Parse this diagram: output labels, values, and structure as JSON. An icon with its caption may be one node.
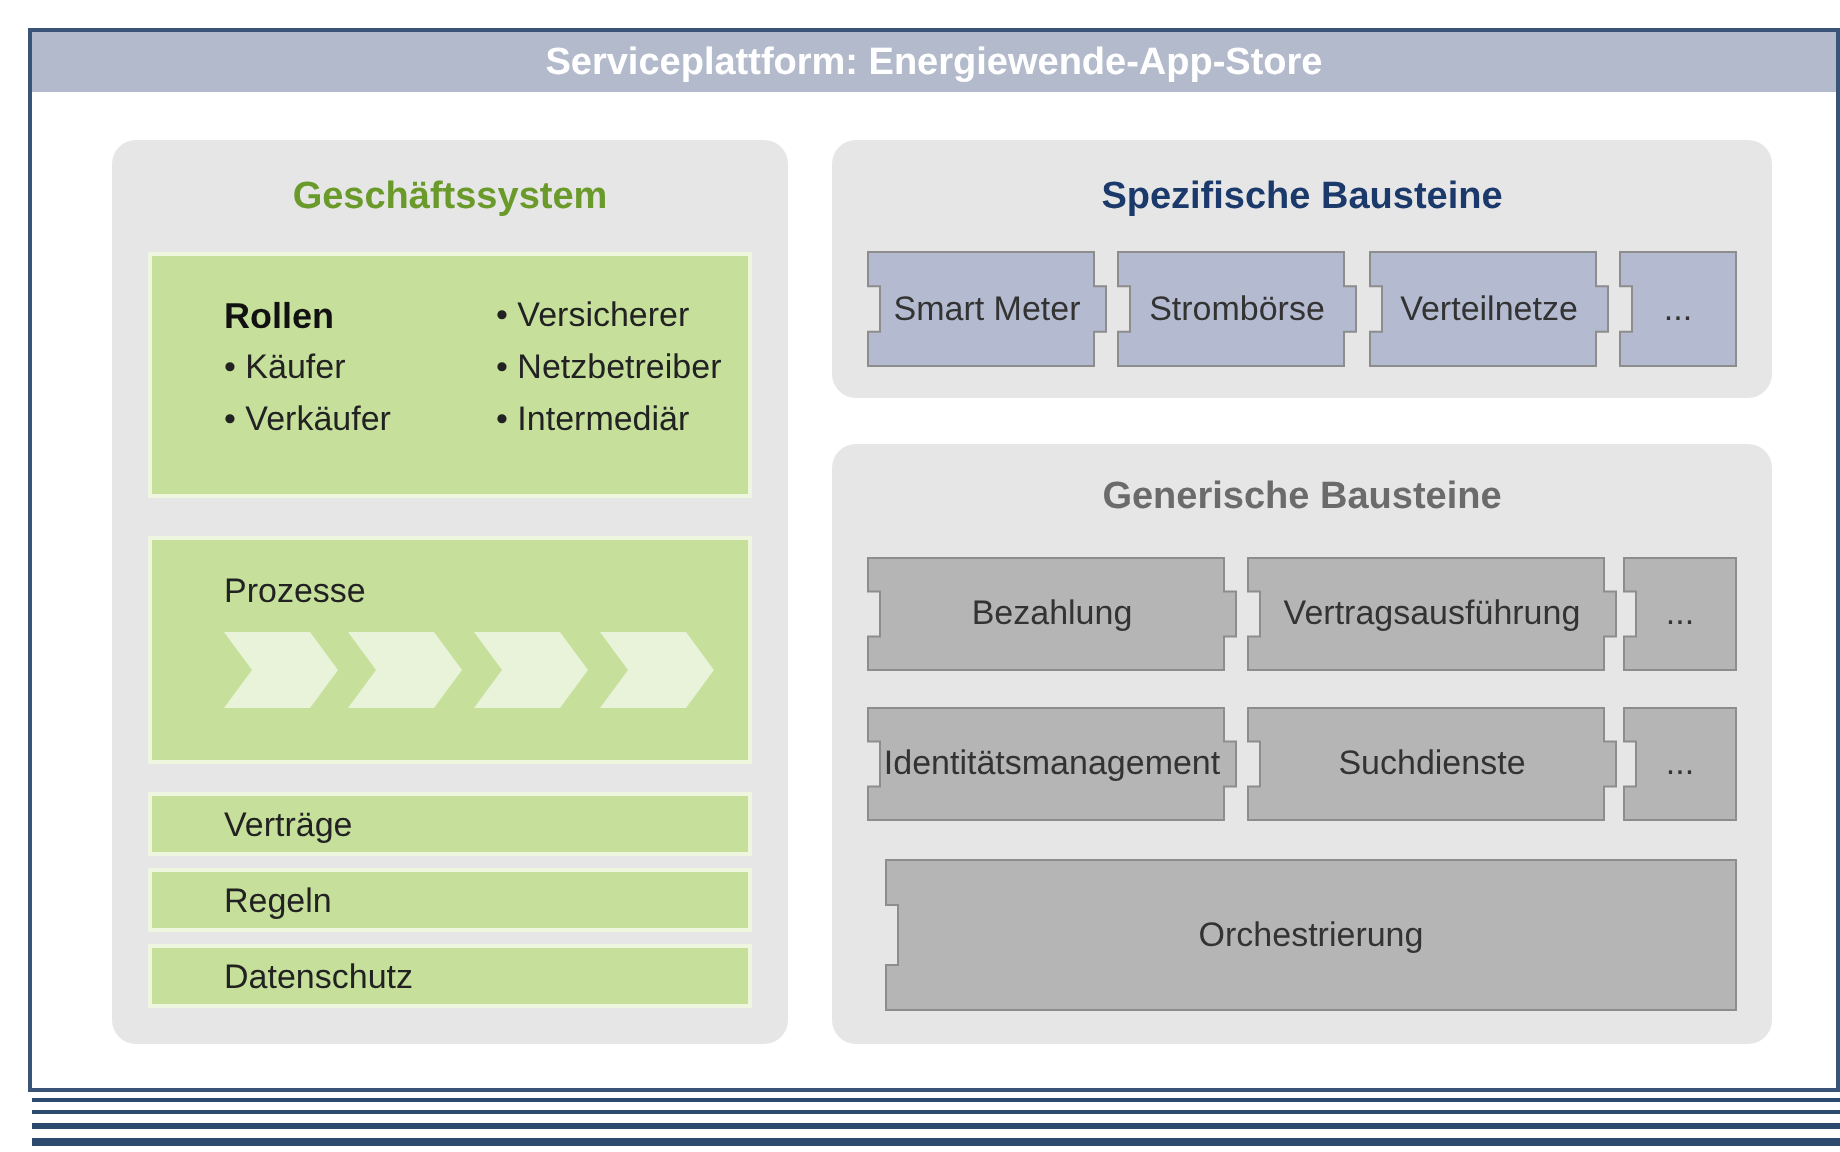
{
  "diagram": {
    "nodes": [
      {
        "text": [
          "Serviceplattform: Energiewende-App-Store"
        ]
      },
      {
        "text": [
          "Geschäftssystem"
        ],
        "in": 0
      },
      {
        "text": [
          "Rollen",
          "• Käufer",
          "• Verkäufer",
          "• Versicherer",
          "• Netzbetreiber",
          "• Intermediär"
        ],
        "in": 1
      },
      {
        "text": [
          "Prozesse"
        ],
        "in": 1
      },
      {
        "text": [
          "Verträge"
        ],
        "in": 1
      },
      {
        "text": [
          "Regeln"
        ],
        "in": 1
      },
      {
        "text": [
          "Datenschutz"
        ],
        "in": 1
      },
      {
        "text": [
          "Spezifische Bausteine"
        ],
        "in": 0
      },
      {
        "text": [
          "Smart Meter"
        ],
        "in": 7
      },
      {
        "text": [
          "Strombörse"
        ],
        "in": 7
      },
      {
        "text": [
          "Verteilnetze"
        ],
        "in": 7
      },
      {
        "text": [
          "..."
        ],
        "in": 7
      },
      {
        "text": [
          "Generische Bausteine"
        ],
        "in": 0
      },
      {
        "text": [
          "Bezahlung"
        ],
        "in": 12
      },
      {
        "text": [
          "Vertragsausführung"
        ],
        "in": 12
      },
      {
        "text": [
          "..."
        ],
        "in": 12
      },
      {
        "text": [
          "Identitätsmanagement"
        ],
        "in": 12
      },
      {
        "text": [
          "Suchdienste"
        ],
        "in": 12
      },
      {
        "text": [
          "..."
        ],
        "in": 12
      },
      {
        "text": [
          "Orchestrierung"
        ],
        "in": 12
      }
    ],
    "edges": []
  }
}
